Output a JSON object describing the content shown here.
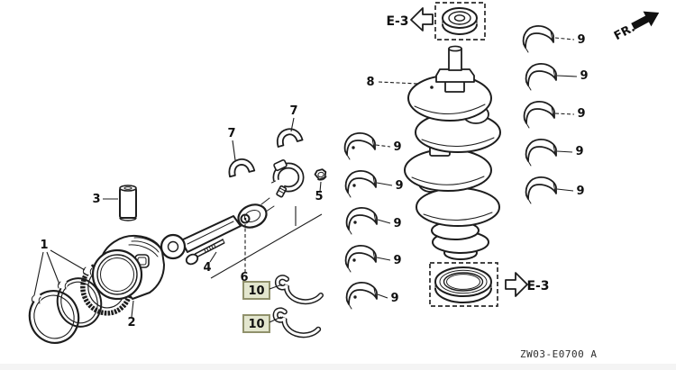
{
  "diagram": {
    "code": "ZW03-E0700 A",
    "fr_label": "FR.",
    "ref_top": "E-3",
    "ref_bottom": "E-3"
  },
  "callouts": {
    "c1": "1",
    "c2": "2",
    "c3": "3",
    "c4": "4",
    "c5": "5",
    "c6": "6",
    "c7": "7",
    "c8": "8",
    "c9": "9",
    "c10": "10"
  },
  "colors": {
    "line": "#1d1d1d",
    "highlight_fill": "#e3e6ce",
    "highlight_border": "#90916c",
    "footer_strip": "#f4f4f4"
  }
}
